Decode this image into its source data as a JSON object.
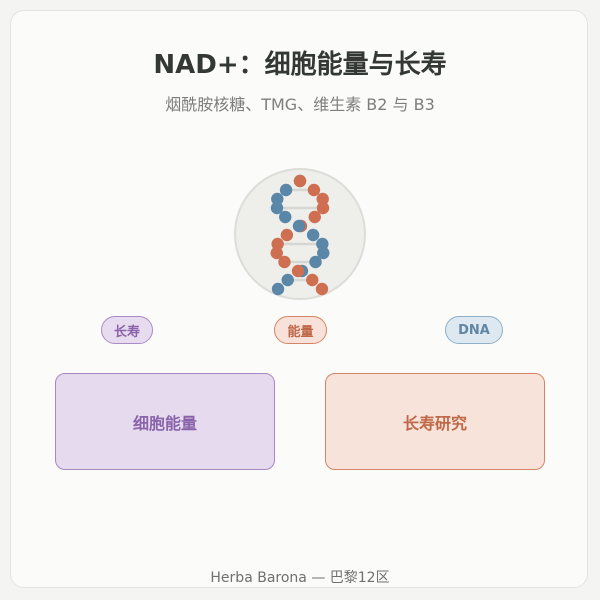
{
  "header": {
    "title": "NAD+：细胞能量与长寿",
    "subtitle": "烟酰胺核糖、TMG、维生素 B2 与 B3"
  },
  "emblem": {
    "icon": "dna-helix-icon",
    "colors": {
      "circle_fill": "#eeeeeb",
      "circle_stroke": "#dcdcd8",
      "rung": "#d6d6d3",
      "ball_orange": "#cf6f52",
      "ball_blue": "#5a86a8"
    }
  },
  "tags": [
    {
      "label": "长寿",
      "color": "#8a64ab"
    },
    {
      "label": "能量",
      "color": "#bf6848"
    },
    {
      "label": "DNA",
      "color": "#5f86a4"
    }
  ],
  "boxes": [
    {
      "label": "细胞能量",
      "color": "#8a64ab"
    },
    {
      "label": "长寿研究",
      "color": "#bf6848"
    }
  ],
  "footer": {
    "text": "Herba Barona — 巴黎12区"
  }
}
